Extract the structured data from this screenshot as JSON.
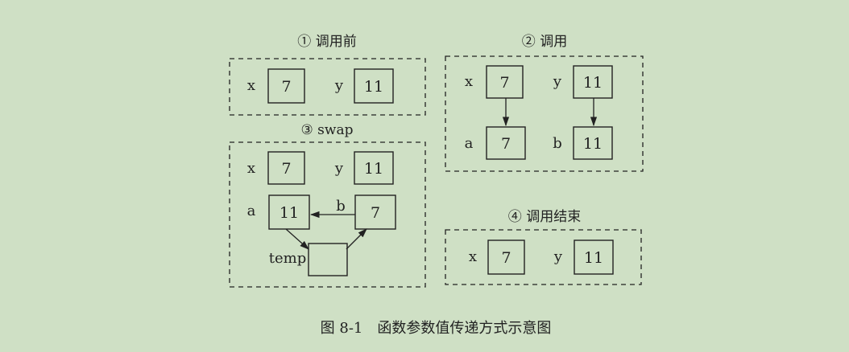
{
  "panels": {
    "p1": {
      "title": "① 调用前",
      "x_label": "x",
      "x_val": "7",
      "y_label": "y",
      "y_val": "11"
    },
    "p2": {
      "title": "② 调用",
      "x_label": "x",
      "x_val": "7",
      "y_label": "y",
      "y_val": "11",
      "a_label": "a",
      "a_val": "7",
      "b_label": "b",
      "b_val": "11"
    },
    "p3": {
      "title": "③ swap",
      "x_label": "x",
      "x_val": "7",
      "y_label": "y",
      "y_val": "11",
      "a_label": "a",
      "a_val": "11",
      "b_label": "b",
      "b_val": "7",
      "temp_label": "temp",
      "temp_val": ""
    },
    "p4": {
      "title": "④ 调用结束",
      "x_label": "x",
      "x_val": "7",
      "y_label": "y",
      "y_val": "11"
    }
  },
  "caption": "图 8-1　函数参数值传递方式示意图",
  "colors": {
    "background": "#cfe0c5",
    "ink": "#222222"
  }
}
